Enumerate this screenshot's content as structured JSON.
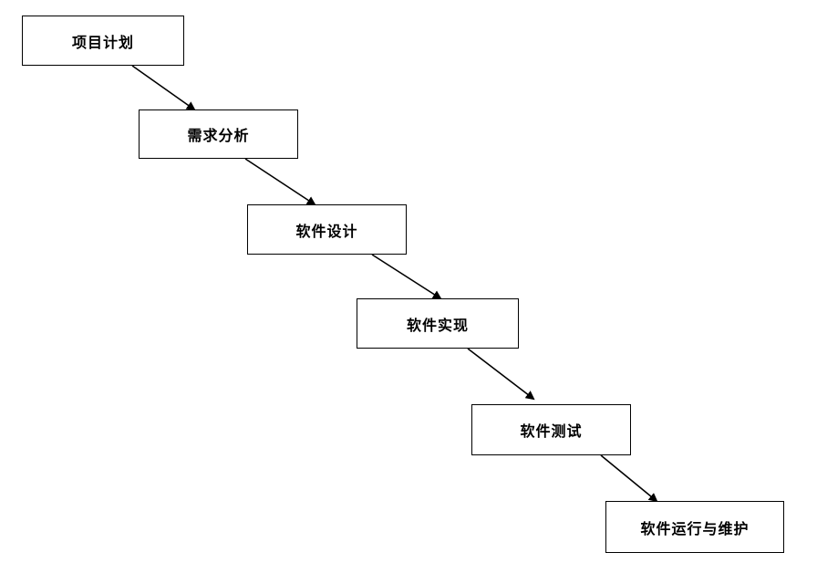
{
  "diagram": {
    "steps": [
      {
        "label": "项目计划"
      },
      {
        "label": "需求分析"
      },
      {
        "label": "软件设计"
      },
      {
        "label": "软件实现"
      },
      {
        "label": "软件测试"
      },
      {
        "label": "软件运行与维护"
      }
    ]
  }
}
